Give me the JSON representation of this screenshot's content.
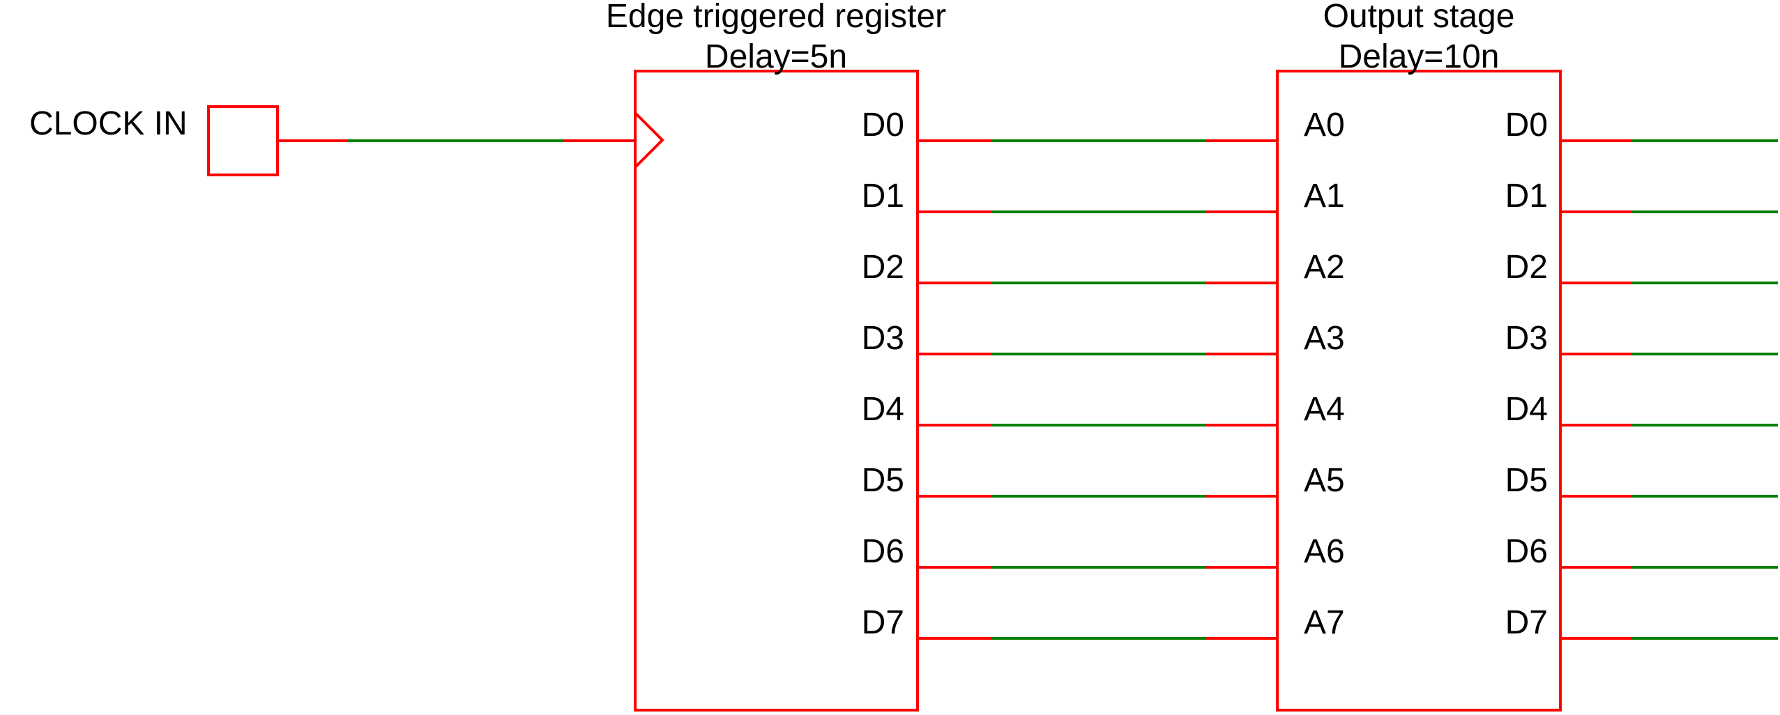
{
  "schematic": {
    "clock_source": {
      "label": "CLOCK IN"
    },
    "register": {
      "title": "Edge triggered register",
      "subtitle": "Delay=5n",
      "output_pins": [
        "D0",
        "D1",
        "D2",
        "D3",
        "D4",
        "D5",
        "D6",
        "D7"
      ]
    },
    "output_stage": {
      "title": "Output stage",
      "subtitle": "Delay=10n",
      "input_pins": [
        "A0",
        "A1",
        "A2",
        "A3",
        "A4",
        "A5",
        "A6",
        "A7"
      ],
      "output_pins": [
        "D0",
        "D1",
        "D2",
        "D3",
        "D4",
        "D5",
        "D6",
        "D7"
      ]
    },
    "colors": {
      "component_outline": "#ff0000",
      "wire": "#008000",
      "text": "#000000",
      "background": "#ffffff"
    }
  }
}
